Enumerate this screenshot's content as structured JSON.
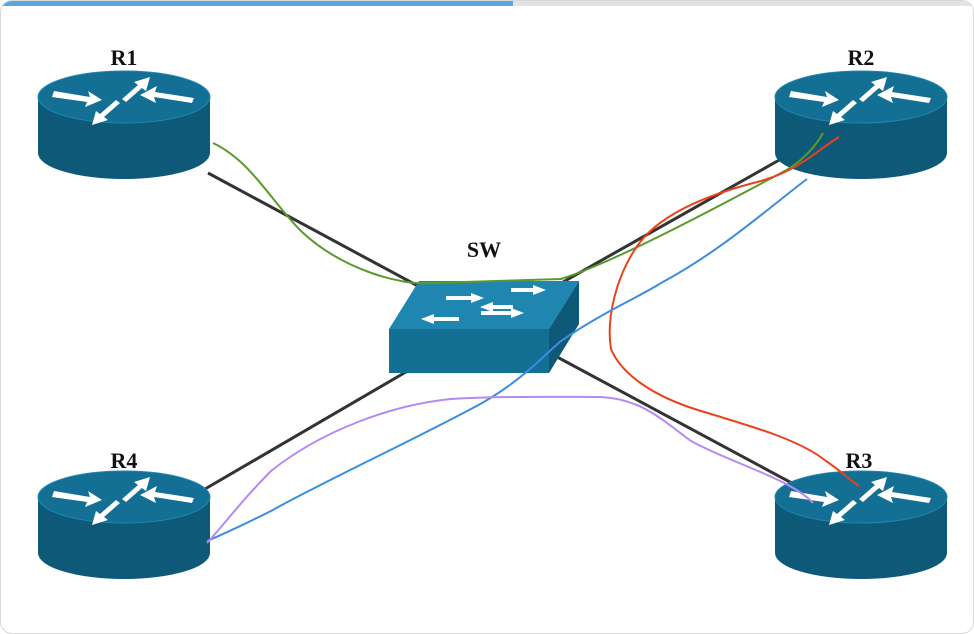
{
  "progress": {
    "fraction": 0.527,
    "color": "#5aa6e0",
    "track_color": "#e3e3e3"
  },
  "colors": {
    "device": "#136f94",
    "device_dark": "#0e5878",
    "device_light": "#1f86b0",
    "link": "#333333",
    "path_green": "#5a9a2a",
    "path_red": "#e8431c",
    "path_blue": "#3c8de0",
    "path_purple": "#b58af2"
  },
  "nodes": {
    "r1": {
      "label": "R1",
      "icon": "router-icon"
    },
    "r2": {
      "label": "R2",
      "icon": "router-icon"
    },
    "r3": {
      "label": "R3",
      "icon": "router-icon"
    },
    "r4": {
      "label": "R4",
      "icon": "router-icon"
    },
    "sw": {
      "label": "SW",
      "icon": "switch-icon"
    }
  },
  "links": [
    {
      "from": "R1",
      "to": "SW"
    },
    {
      "from": "R2",
      "to": "SW"
    },
    {
      "from": "R3",
      "to": "SW"
    },
    {
      "from": "R4",
      "to": "SW"
    }
  ],
  "paths": [
    {
      "color_name": "green",
      "from": "R1",
      "to": "R2"
    },
    {
      "color_name": "red",
      "from": "R2",
      "to": "R3"
    },
    {
      "color_name": "blue",
      "from": "R4",
      "to": "R2"
    },
    {
      "color_name": "purple",
      "from": "R4",
      "to": "R3"
    }
  ]
}
